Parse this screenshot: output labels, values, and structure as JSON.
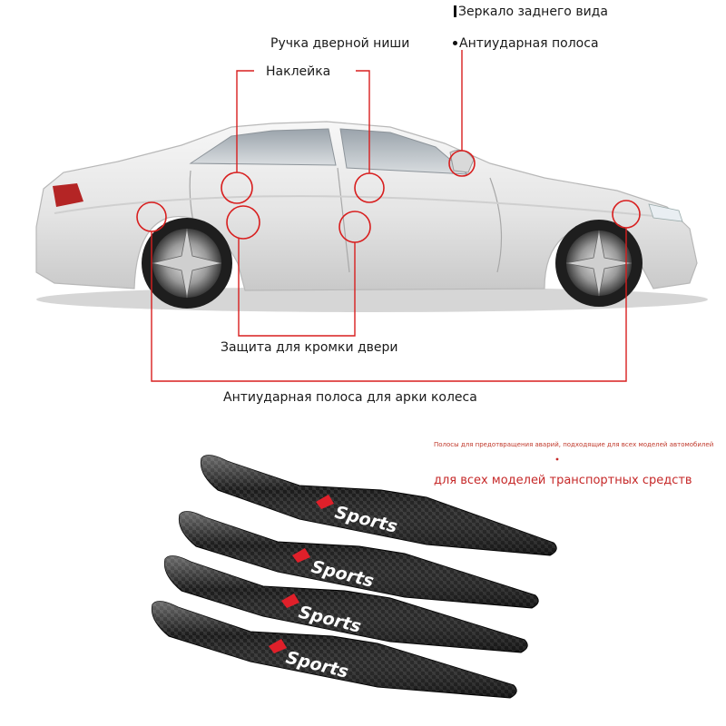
{
  "labels": {
    "mirror": "Зеркало заднего вида",
    "door_handle": "Ручка дверной ниши",
    "anti_collision": "Антиударная полоса",
    "sticker": "Наклейка",
    "door_edge": "Защита для кромки двери",
    "wheel_arch": "Антиударная полоса для арки колеса"
  },
  "promo": {
    "small_note": "Полосы для предотвращения аварий, подходящие для всех моделей автомобилей",
    "all_models": "для всех моделей транспортных средств"
  },
  "strips": [
    {
      "brand": "Sports"
    },
    {
      "brand": "Sports"
    },
    {
      "brand": "Sports"
    },
    {
      "brand": "Sports"
    }
  ],
  "colors": {
    "callout": "#d81e1e",
    "strip_dark": "#1b1b1b",
    "brand_red": "#e0202a"
  }
}
